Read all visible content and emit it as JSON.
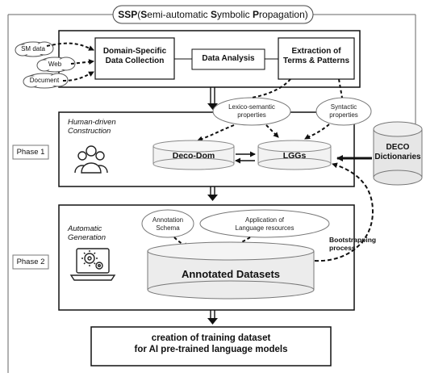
{
  "title": {
    "parts": [
      {
        "text": "SSP",
        "bold": true
      },
      {
        "text": "(",
        "bold": false
      },
      {
        "text": "S",
        "bold": true
      },
      {
        "text": "emi-automatic ",
        "bold": false
      },
      {
        "text": "S",
        "bold": true
      },
      {
        "text": "ymbolic ",
        "bold": false
      },
      {
        "text": "P",
        "bold": true
      },
      {
        "text": "ropagation)",
        "bold": false
      }
    ]
  },
  "sources": [
    "SM data",
    "Web",
    "Document"
  ],
  "top_boxes": {
    "collection": "Domain-Specific\nData Collection",
    "analysis": "Data Analysis",
    "extraction": "Extraction of\nTerms & Patterns"
  },
  "phase1": {
    "label": "Phase 1",
    "heading": "Human-driven\nConstruction",
    "lexico": "Lexico-semantic\nproperties",
    "syntactic": "Syntactic\nproperties",
    "decodom": "Deco-Dom",
    "lggs": "LGGs"
  },
  "deco": "DECO\nDictionaries",
  "phase2": {
    "label": "Phase 2",
    "heading": "Automatic\nGeneration",
    "annotation_schema": "Annotation\nSchema",
    "language_resources": "Application of\nLanguage resources",
    "datasets": "Annotated Datasets",
    "bootstrapping": "Bootstrapping\nprocess"
  },
  "final": "creation of training dataset\nfor AI pre-trained language models"
}
